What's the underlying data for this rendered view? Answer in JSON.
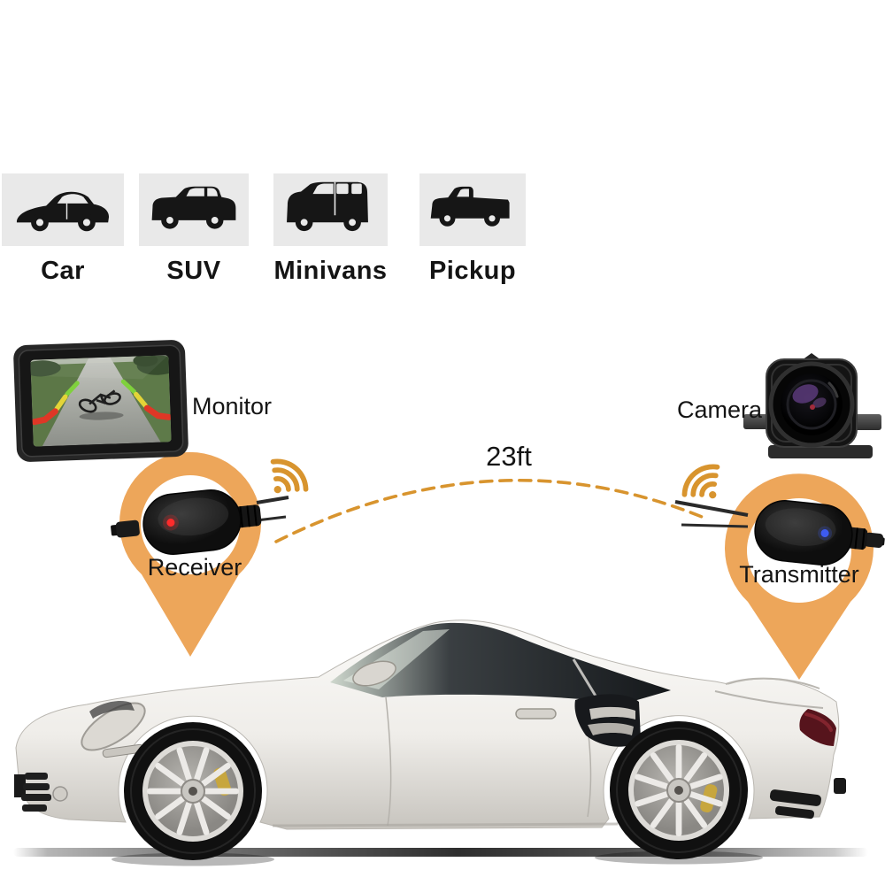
{
  "background": "#ffffff",
  "vehicle_compatibility": {
    "items": [
      {
        "label": "Car"
      },
      {
        "label": "SUV"
      },
      {
        "label": "Minivans"
      },
      {
        "label": "Pickup"
      }
    ]
  },
  "components": {
    "monitor": {
      "label": "Monitor"
    },
    "camera": {
      "label": "Camera"
    },
    "receiver": {
      "label": "Receiver",
      "led": "red"
    },
    "transmitter": {
      "label": "Transmitter",
      "led": "blue"
    }
  },
  "wireless_link": {
    "distance_label": "23ft"
  },
  "colors": {
    "pin_orange": "#eda65a",
    "signal_orange": "#d8942e",
    "led_red": "#ff2b2b",
    "led_blue": "#3d5bf0",
    "icon_tile_gray": "#e9e9e9",
    "vehicle_icon_black": "#161616"
  }
}
